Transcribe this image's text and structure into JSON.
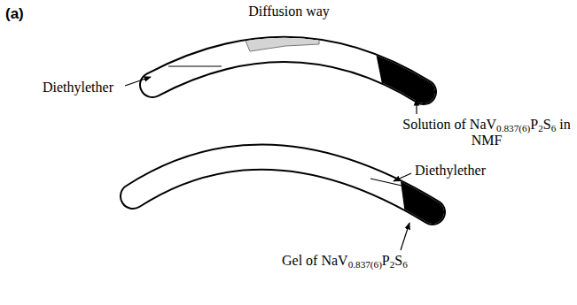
{
  "diagram": {
    "labels": [
      "(a)",
      "Diffusion way",
      "Diethylether",
      "Solution of NaV0.837(6)P2S6 in NMF",
      "Diethylether",
      "Gel of NaV0.837(6)P2S6"
    ]
  }
}
